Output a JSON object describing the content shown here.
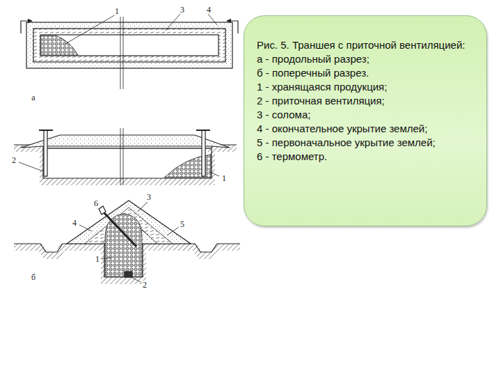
{
  "diagram": {
    "nodes": [
      {
        "text": [
          "Рис. 5. Траншея с приточной вентиляцией:",
          "а - продольный разрез;",
          "б - поперечный разрез.",
          "1 - хранящаяся продукция;",
          "2 - приточная вентиляция;",
          "3 - солома;",
          "4 - окончательное укрытие землей;",
          "5 - первоначальное укрытие землей;",
          "6 - термометр."
        ]
      }
    ],
    "labels": [
      "1",
      "3",
      "4",
      "а",
      "2",
      "1",
      "6",
      "3",
      "4",
      "5",
      "1",
      "2",
      "б"
    ]
  }
}
